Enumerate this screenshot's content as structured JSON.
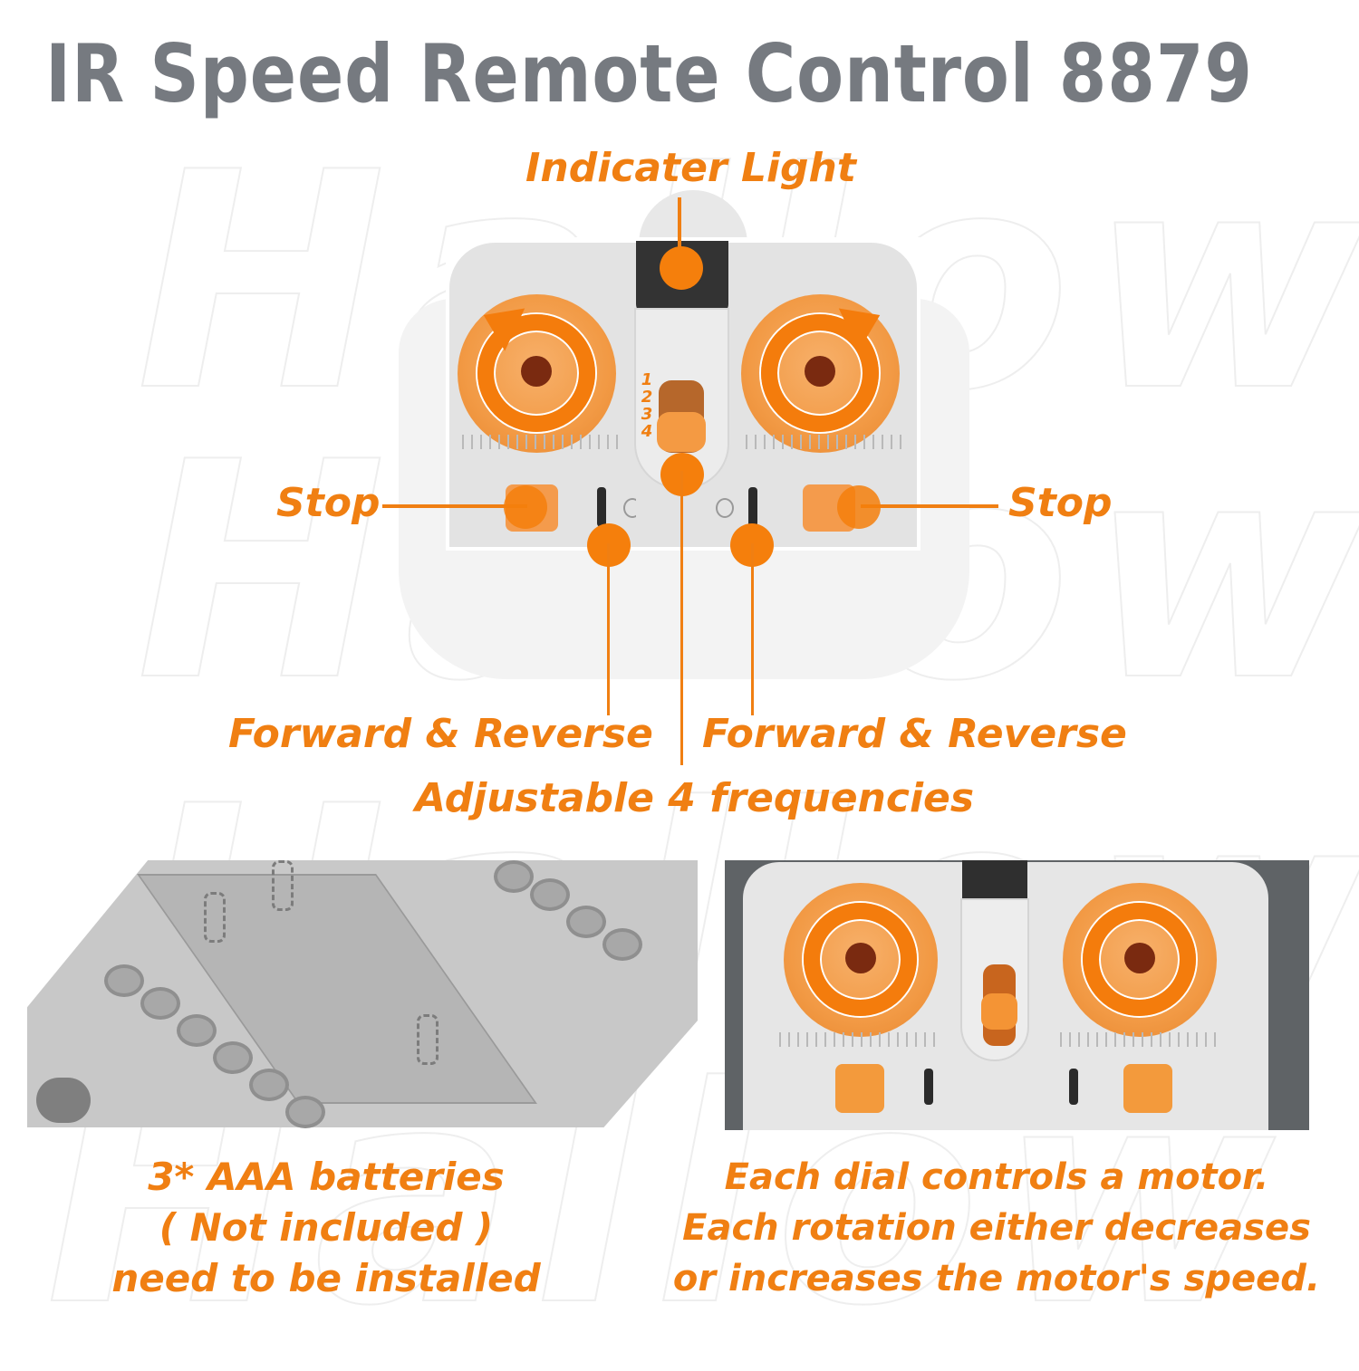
{
  "title": "IR Speed Remote Control 8879",
  "watermark": "Hallow",
  "colors": {
    "title_gray": "#767a80",
    "accent_orange": "#f07f12",
    "dot_orange": "#f57f0c"
  },
  "callouts": {
    "indicator_light": "Indicater Light",
    "stop_left": "Stop",
    "stop_right": "Stop",
    "forward_reverse_left": "Forward & Reverse",
    "forward_reverse_right": "Forward & Reverse",
    "frequencies": "Adjustable 4 frequencies"
  },
  "frequency_numbers": [
    "1",
    "2",
    "3",
    "4"
  ],
  "captions": {
    "battery": {
      "line1": "3* AAA batteries",
      "line2": "( Not included )",
      "line3": "need to be installed"
    },
    "dial": {
      "line1": "Each dial controls a motor.",
      "line2": "Each rotation either decreases",
      "line3": "or increases the motor's speed."
    }
  },
  "icons": {
    "dial_left_arrow": "counterclockwise-arrow-icon",
    "dial_right_arrow": "clockwise-arrow-icon"
  }
}
